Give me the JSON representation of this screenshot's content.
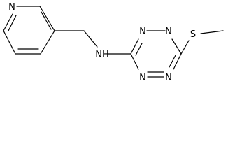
{
  "molecule": {
    "atom_labels": {
      "pyridine_n": "N",
      "amine_nh": "NH",
      "tetrazine_n1": "N",
      "tetrazine_n2": "N",
      "tetrazine_n3": "N",
      "tetrazine_n4": "N",
      "thioether_s": "S"
    }
  }
}
